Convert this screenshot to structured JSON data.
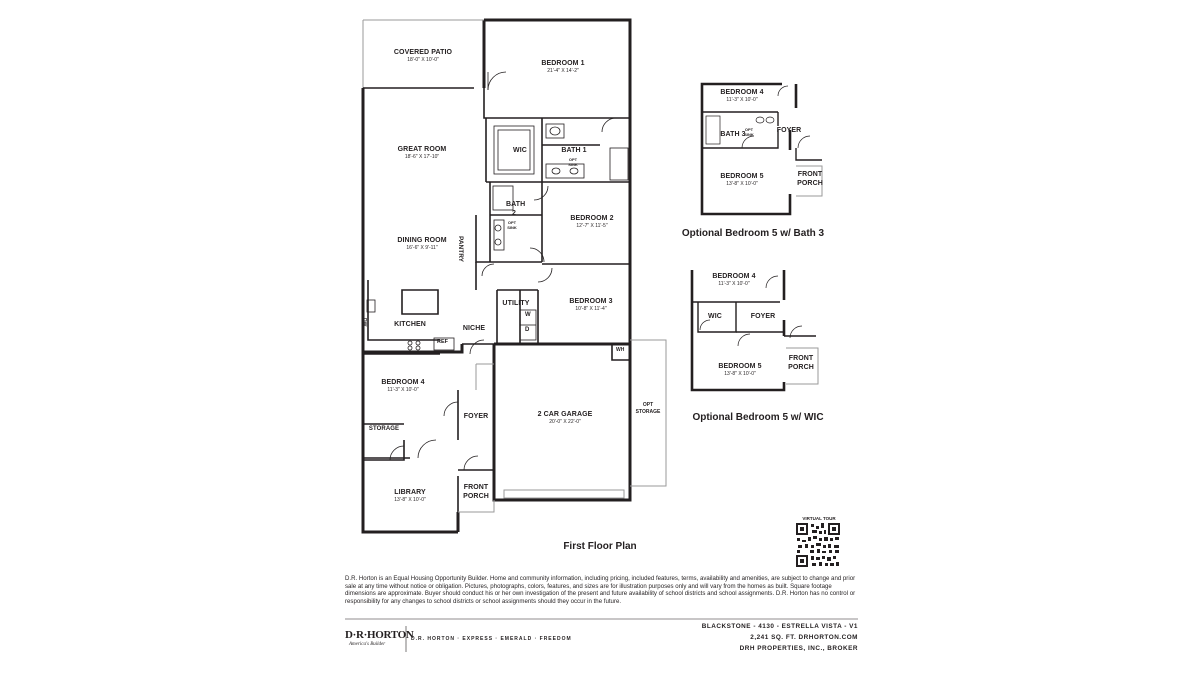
{
  "rooms": {
    "covered_patio": {
      "name": "COVERED PATIO",
      "dim": "18'-0\" X 10'-0\""
    },
    "bedroom1": {
      "name": "BEDROOM 1",
      "dim": "21'-4\" X 14'-2\""
    },
    "great_room": {
      "name": "GREAT ROOM",
      "dim": "18'-6\" X 17'-10\""
    },
    "wic": {
      "name": "WIC"
    },
    "bath1": {
      "name": "BATH 1"
    },
    "bath2": {
      "name": "BATH 2"
    },
    "bedroom2": {
      "name": "BEDROOM 2",
      "dim": "12'-7\" X 11'-5\""
    },
    "dining_room": {
      "name": "DINING ROOM",
      "dim": "16'-6\" X 9'-11\""
    },
    "pantry": {
      "name": "PANTRY"
    },
    "utility": {
      "name": "UTILITY"
    },
    "bedroom3": {
      "name": "BEDROOM 3",
      "dim": "10'-8\" X 11'-4\""
    },
    "kitchen": {
      "name": "KITCHEN"
    },
    "niche": {
      "name": "NICHE"
    },
    "bedroom4": {
      "name": "BEDROOM 4",
      "dim": "11'-3\" X 10'-0\""
    },
    "garage": {
      "name": "2 CAR GARAGE",
      "dim": "20'-0\" X 22'-0\""
    },
    "opt_storage": {
      "name": "OPT STORAGE"
    },
    "storage": {
      "name": "STORAGE"
    },
    "foyer": {
      "name": "FOYER"
    },
    "library": {
      "name": "LIBRARY",
      "dim": "13'-8\" X 10'-0\""
    },
    "front_porch": {
      "name": "FRONT PORCH"
    }
  },
  "fixtures": {
    "opt_sink": "OPT SINK",
    "w": "W",
    "d": "D",
    "wh": "WH",
    "ref": "REF",
    "dw": "DW"
  },
  "option1": {
    "bedroom4": {
      "name": "BEDROOM 4",
      "dim": "11'-3\" X 10'-0\""
    },
    "bath3": {
      "name": "BATH 3"
    },
    "opt_sink": "OPT SINK",
    "foyer": "FOYER",
    "bedroom5": {
      "name": "BEDROOM 5",
      "dim": "13'-8\" X 10'-0\""
    },
    "front_porch": "FRONT PORCH",
    "caption": "Optional Bedroom 5 w/ Bath 3"
  },
  "option2": {
    "bedroom4": {
      "name": "BEDROOM 4",
      "dim": "11'-3\" X 10'-0\""
    },
    "wic": "WIC",
    "foyer": "FOYER",
    "bedroom5": {
      "name": "BEDROOM 5",
      "dim": "13'-8\" X 10'-0\""
    },
    "front_porch": "FRONT PORCH",
    "caption": "Optional Bedroom 5 w/ WIC"
  },
  "floor_plan_caption": "First Floor Plan",
  "virtual_tour": "VIRTUAL TOUR",
  "disclaimer": "D.R. Horton is an Equal Housing Opportunity Builder. Home and community information, including pricing, included features, terms, availability and amenities, are subject to change and prior sale at any time without notice or obligation. Pictures, photographs, colors, features, and sizes are for illustration purposes only and will vary from the homes as built. Square footage dimensions are approximate. Buyer should conduct his or her own investigation of the present and future availability of school districts and school assignments. D.R. Horton has no control or responsibility for any changes to school districts or school assignments should they occur in the future.",
  "brand": {
    "logo": "D·R·HORTON",
    "tagline": "America's Builder",
    "brands": "D.R. HORTON · EXPRESS · EMERALD · FREEDOM"
  },
  "plan_info": {
    "line1": "BLACKSTONE - 4130 - ESTRELLA VISTA - V1",
    "line2": "2,241 SQ. FT. DRHORTON.COM",
    "line3": "DRH PROPERTIES, INC., BROKER"
  },
  "colors": {
    "ink": "#231f20",
    "muted": "#9a9a9a"
  }
}
